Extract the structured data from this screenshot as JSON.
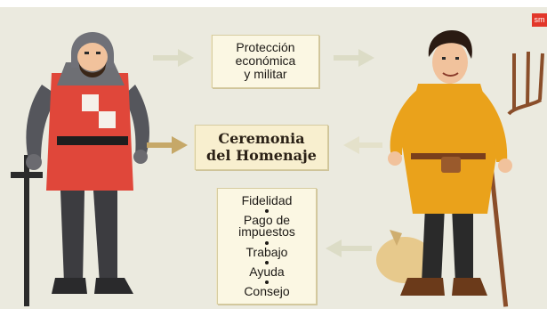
{
  "brand": {
    "badge": "sm"
  },
  "obligations_lord": {
    "lines": [
      "Protección",
      "económica",
      "y militar"
    ]
  },
  "ceremony": {
    "lines": [
      "Ceremonia",
      "del Homenaje"
    ]
  },
  "obligations_vassal": {
    "items": [
      "Fidelidad",
      "Pago de impuestos",
      "Trabajo",
      "Ayuda",
      "Consejo"
    ]
  },
  "colors": {
    "background": "#ebeadf",
    "parchment": "#fbf7e3",
    "knight_tabard": "#e0473a",
    "peasant_tunic": "#eaa21b",
    "arrow_light": "#dcdcc6",
    "arrow_dark": "#c6a868",
    "brand_badge": "#e2372a"
  }
}
